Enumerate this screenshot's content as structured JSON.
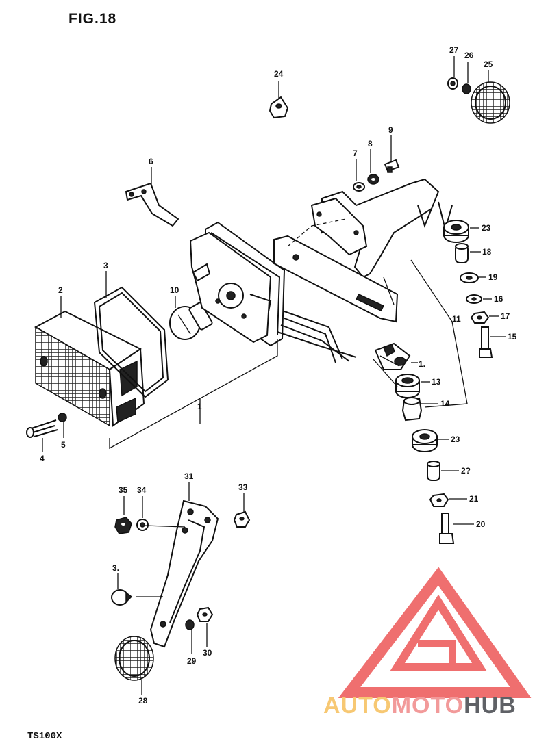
{
  "figure": {
    "title": "FIG.18",
    "model_code": "TS100X"
  },
  "watermark": {
    "word_1": "AUTO",
    "word_2": "MOTO",
    "word_3": "HUB",
    "color_1": "#f7c873",
    "color_2": "#f29a9a",
    "color_3": "#5f6166",
    "logo_color": "#ef6f6f"
  },
  "callouts": {
    "c1": "1",
    "c1b": "1.",
    "c2": "2",
    "c3": "3",
    "c3b": "3.",
    "c4": "4",
    "c5": "5",
    "c6": "6",
    "c7": "7",
    "c8": "8",
    "c9": "9",
    "c10": "10",
    "c11": "11",
    "c13": "13",
    "c14": "14",
    "c15": "15",
    "c16": "16",
    "c17": "17",
    "c18": "18",
    "c19": "19",
    "c20": "20",
    "c21": "21",
    "c22": "2?",
    "c23a": "23",
    "c23b": "23",
    "c24": "24",
    "c25": "25",
    "c26": "26",
    "c27": "27",
    "c28": "28",
    "c29": "29",
    "c30": "30",
    "c31": "31",
    "c33": "33",
    "c34": "34",
    "c35": "35"
  }
}
